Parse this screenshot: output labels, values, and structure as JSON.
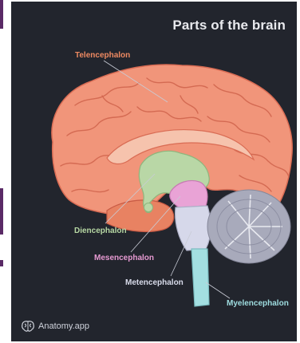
{
  "title": "Parts of the brain",
  "labels": {
    "telencephalon": "Telencephalon",
    "diencephalon": "Diencephalon",
    "mesencephalon": "Mesencephalon",
    "metencephalon": "Metencephalon",
    "myelencephalon": "Myelencephalon"
  },
  "brand": {
    "text": "Anatomy.app",
    "icon": "brain-logo-icon"
  },
  "colors": {
    "background": "#22252d",
    "telencephalon": "#ee8a62",
    "diencephalon": "#b7d8a4",
    "mesencephalon": "#e79ad2",
    "metencephalon": "#d8dbea",
    "myelencephalon": "#9fdde0",
    "cerebellum": "#a9abbb"
  }
}
